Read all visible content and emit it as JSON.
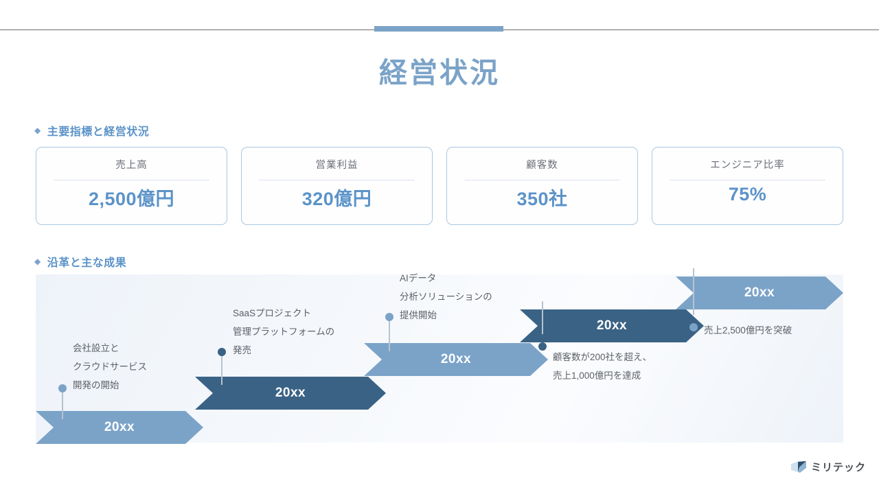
{
  "slide": {
    "title": "経営状況",
    "accent_color": "#7ba3c8",
    "dark_color": "#3a6285"
  },
  "sections": {
    "kpi": {
      "bullet": "◆",
      "label": "主要指標と経営状況"
    },
    "history": {
      "bullet": "◆",
      "label": "沿革と主な成果"
    }
  },
  "kpi_cards": [
    {
      "label": "売上高",
      "value": "2,500億円"
    },
    {
      "label": "営業利益",
      "value": "320億円"
    },
    {
      "label": "顧客数",
      "value": "350社"
    },
    {
      "label": "エンジニア比率",
      "value": "75%"
    }
  ],
  "timeline": [
    {
      "year": "20xx",
      "style": "light",
      "text_lines": [
        "会社設立と",
        "クラウドサービス",
        "開発の開始"
      ]
    },
    {
      "year": "20xx",
      "style": "dark",
      "text_lines": [
        "SaaSプロジェクト",
        "管理プラットフォームの",
        "発売"
      ]
    },
    {
      "year": "20xx",
      "style": "light",
      "text_lines": [
        "AIデータ",
        "分析ソリューションの",
        "提供開始"
      ]
    },
    {
      "year": "20xx",
      "style": "dark",
      "text_lines": [
        "顧客数が200社を超え、",
        "売上1,000億円を達成"
      ]
    },
    {
      "year": "20xx",
      "style": "light",
      "text_lines": [
        "売上2,500億円を突破"
      ]
    }
  ],
  "footer": {
    "brand": "ミリテック",
    "logo_icon": "folded-book-icon"
  }
}
